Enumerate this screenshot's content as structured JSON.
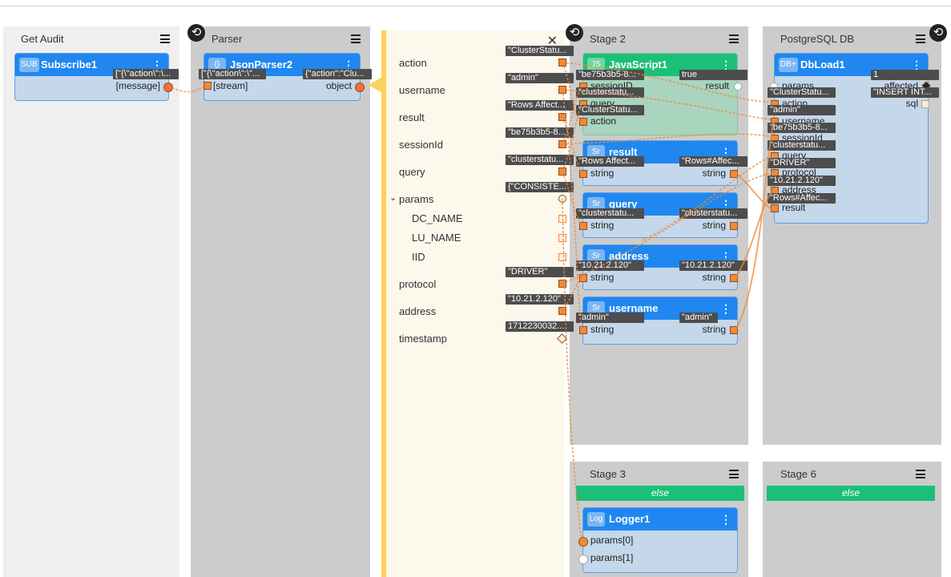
{
  "stages": {
    "get_audit": {
      "title": "Get Audit"
    },
    "parser": {
      "title": "Parser"
    },
    "stage2": {
      "title": "Stage 2"
    },
    "postgres": {
      "title": "PostgreSQL DB"
    },
    "stage3": {
      "title": "Stage 3",
      "else_label": "else"
    },
    "stage6": {
      "title": "Stage 6",
      "else_label": "else"
    }
  },
  "nodes": {
    "subscribe1": {
      "badge": "SUB",
      "title": "Subscribe1",
      "out_port": "[message]",
      "out_value": "[\"{\\\"action\\\":\\..."
    },
    "jsonparser2": {
      "badge": "{}",
      "title": "JsonParser2",
      "in_port": "[stream]",
      "in_value": "[\"{\\\"action\\\":\\\"...",
      "out_port": "object",
      "out_value": "{\"action\":\"Clu..."
    },
    "javascript1": {
      "badge": "JS",
      "title": "JavaScript1",
      "ports": [
        "sessionID",
        "query",
        "action"
      ],
      "values": [
        "\"be75b3b5-8...",
        "\"clusterstatu...",
        "\"ClusterStatu..."
      ],
      "out_port": "result",
      "out_value": "true"
    },
    "result": {
      "badge": "Sr",
      "title": "result",
      "in_port": "string",
      "in_value": "\"Rows Affect...",
      "out_port": "string",
      "out_value": "\"Rows#Affec..."
    },
    "query": {
      "badge": "Sr",
      "title": "query",
      "in_port": "string",
      "in_value": "\"clusterstatu...",
      "out_port": "string",
      "out_value": "\"clusterstatu..."
    },
    "address": {
      "badge": "Sr",
      "title": "address",
      "in_port": "string",
      "in_value": "\"10.21.2.120\"",
      "out_port": "string",
      "out_value": "\"10.21.2.120\""
    },
    "username": {
      "badge": "Sr",
      "title": "username",
      "in_port": "string",
      "in_value": "\"admin\"",
      "out_port": "string",
      "out_value": "\"admin\""
    },
    "dbload1": {
      "badge": "DB+",
      "title": "DbLoad1",
      "ports": [
        "params",
        "action",
        "username",
        "sessionId",
        "query",
        "protocol",
        "address",
        "result"
      ],
      "values": [
        "\"ClusterStatu...",
        "\"admin\"",
        "\"be75b3b5-8...",
        "\"clusterstatu...",
        "\"DRIVER\"",
        "\"10.21.2.120\"",
        "\"Rows#Affec..."
      ],
      "out_ports": [
        "affected",
        "sql"
      ],
      "out_values": [
        "1",
        "\"INSERT INT..."
      ]
    },
    "logger1": {
      "badge": "Log",
      "title": "Logger1",
      "ports": [
        "params[0]",
        "params[1]"
      ]
    }
  },
  "schema": {
    "fields": [
      {
        "label": "action",
        "value": "\"ClusterStatu..."
      },
      {
        "label": "username",
        "value": "\"admin\""
      },
      {
        "label": "result",
        "value": "\"Rows Affect..."
      },
      {
        "label": "sessionId",
        "value": "\"be75b3b5-8..."
      },
      {
        "label": "query",
        "value": "\"clusterstatu..."
      },
      {
        "label": "params",
        "value": "{\"CONSISTE..."
      },
      {
        "label": "DC_NAME",
        "value": ""
      },
      {
        "label": "LU_NAME",
        "value": ""
      },
      {
        "label": "IID",
        "value": ""
      },
      {
        "label": "protocol",
        "value": "\"DRIVER\""
      },
      {
        "label": "address",
        "value": "\"10.21.2.120\""
      },
      {
        "label": "timestamp",
        "value": "1712230032..."
      }
    ]
  },
  "colors": {
    "node_header": "#1f87ef",
    "js_header": "#1cbf78",
    "port": "#ee8a3a",
    "schema_accent": "#fdd25a",
    "stage_bg": "#cccccc"
  },
  "icons": [
    "loop-icon",
    "hamburger-menu-icon",
    "kebab-menu-icon",
    "close-icon",
    "chevron-down-icon"
  ]
}
